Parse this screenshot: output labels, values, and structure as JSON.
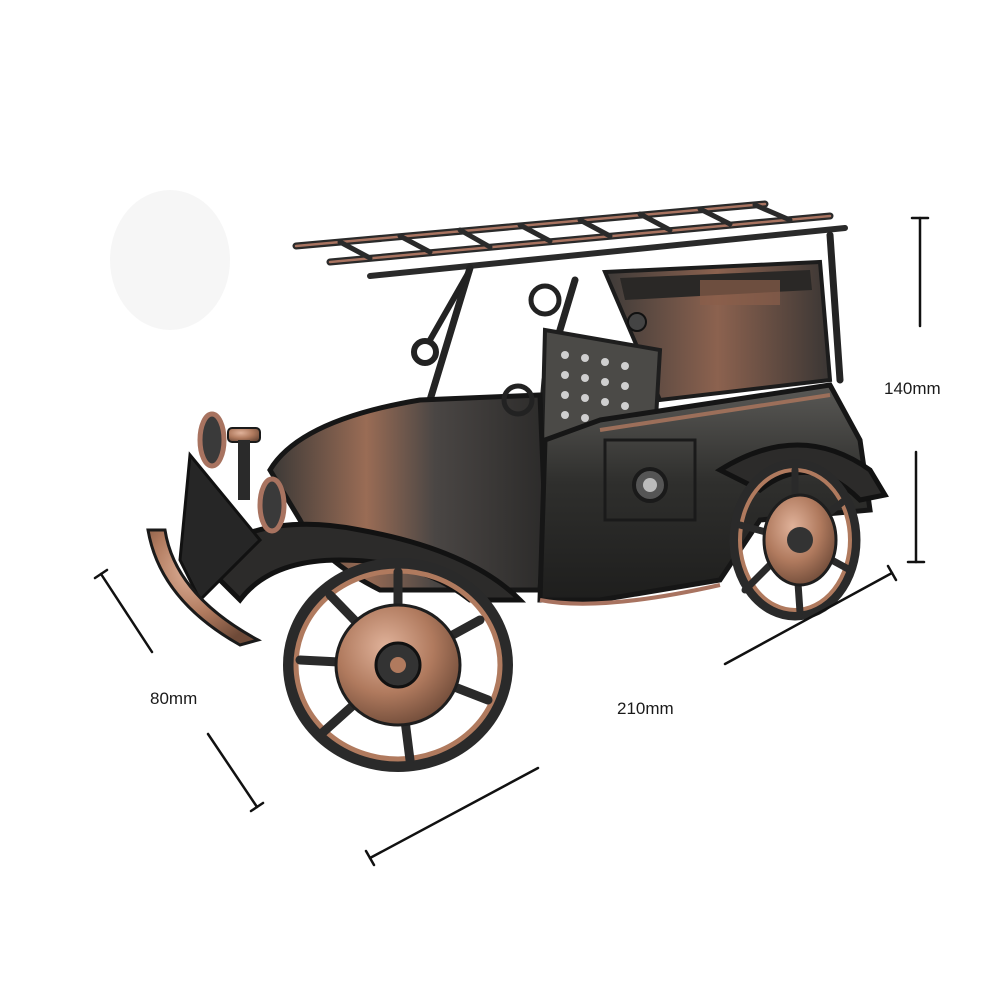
{
  "image": {
    "subject": "metal model vintage car with ladder rack",
    "background": "#ffffff",
    "colors": {
      "body_dark": "#2b2b2b",
      "body_mid": "#4a4a48",
      "copper": "#b07a5e",
      "copper_light": "#d3a48a",
      "line": "#111111"
    }
  },
  "dimensions": {
    "height_label": "140mm",
    "depth_label": "80mm",
    "width_label": "210mm"
  }
}
